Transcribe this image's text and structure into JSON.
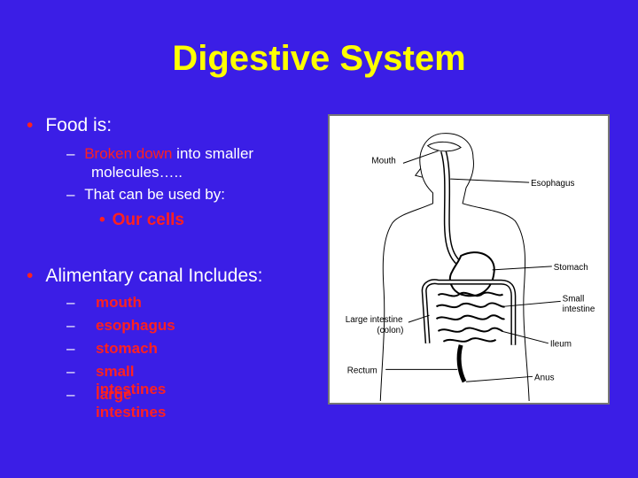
{
  "slide": {
    "title": "Digestive System",
    "bullet1": "Food is:",
    "sub1_red": "Broken down",
    "sub1_rest1": " into smaller",
    "sub1_rest2": "molecules…..",
    "sub2": "That can be used by:",
    "sub3": "Our cells",
    "bullet2": "Alimentary canal Includes:",
    "organs": [
      "mouth",
      "esophagus",
      "stomach",
      "small intestines",
      "large intestines"
    ],
    "bullet_glyph": "•",
    "dash_glyph": "–"
  },
  "diagram": {
    "labels": {
      "mouth": "Mouth",
      "esophagus": "Esophagus",
      "stomach": "Stomach",
      "small_intestine_1": "Small",
      "small_intestine_2": "intestine",
      "large_intestine_1": "Large intestine",
      "large_intestine_2": "(colon)",
      "ileum": "Ileum",
      "rectum": "Rectum",
      "anus": "Anus"
    }
  },
  "colors": {
    "background": "#3b1ee6",
    "title": "#ffff00",
    "highlight": "#ff2020",
    "text": "#ffffff"
  }
}
